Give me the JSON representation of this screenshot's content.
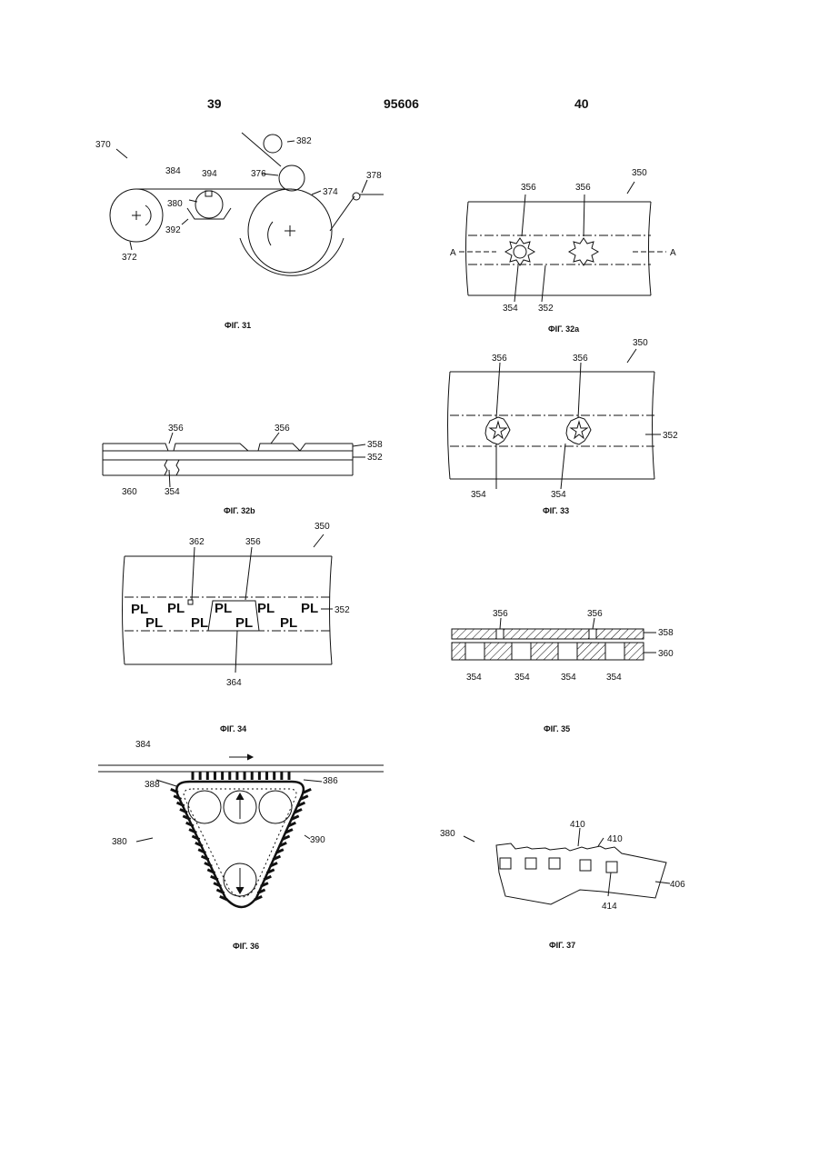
{
  "header": {
    "left_page": "39",
    "patent_number": "95606",
    "right_page": "40"
  },
  "captions": {
    "fig31": "ФІГ. 31",
    "fig32a": "ФІГ. 32a",
    "fig32b": "ФІГ. 32b",
    "fig33": "ФІГ. 33",
    "fig34": "ФІГ. 34",
    "fig35": "ФІГ. 35",
    "fig36": "ФІГ. 36",
    "fig37": "ФІГ. 37"
  },
  "labels": {
    "fig31": {
      "r370": "370",
      "r384": "384",
      "r394": "394",
      "r380": "380",
      "r392": "392",
      "r372": "372",
      "r382": "382",
      "r376": "376",
      "r374": "374",
      "r378": "378"
    },
    "fig32a": {
      "r350": "350",
      "r356a": "356",
      "r356b": "356",
      "secA1": "A",
      "secA2": "A",
      "r354": "354",
      "r352": "352"
    },
    "fig32b": {
      "r356a": "356",
      "r356b": "356",
      "r358": "358",
      "r352": "352",
      "r360": "360",
      "r354": "354"
    },
    "fig33": {
      "r350": "350",
      "r356a": "356",
      "r356b": "356",
      "r352": "352",
      "r354a": "354",
      "r354b": "354"
    },
    "fig34": {
      "r350": "350",
      "r362": "362",
      "r356": "356",
      "r352": "352",
      "r364": "364",
      "marking": "PL"
    },
    "fig35": {
      "r356a": "356",
      "r356b": "356",
      "r358": "358",
      "r360": "360",
      "r354a": "354",
      "r354b": "354",
      "r354c": "354",
      "r354d": "354"
    },
    "fig36": {
      "r384": "384",
      "r388": "388",
      "r386": "386",
      "r380": "380",
      "r390": "390"
    },
    "fig37": {
      "r380": "380",
      "r410a": "410",
      "r410b": "410",
      "r406": "406",
      "r414": "414"
    }
  }
}
